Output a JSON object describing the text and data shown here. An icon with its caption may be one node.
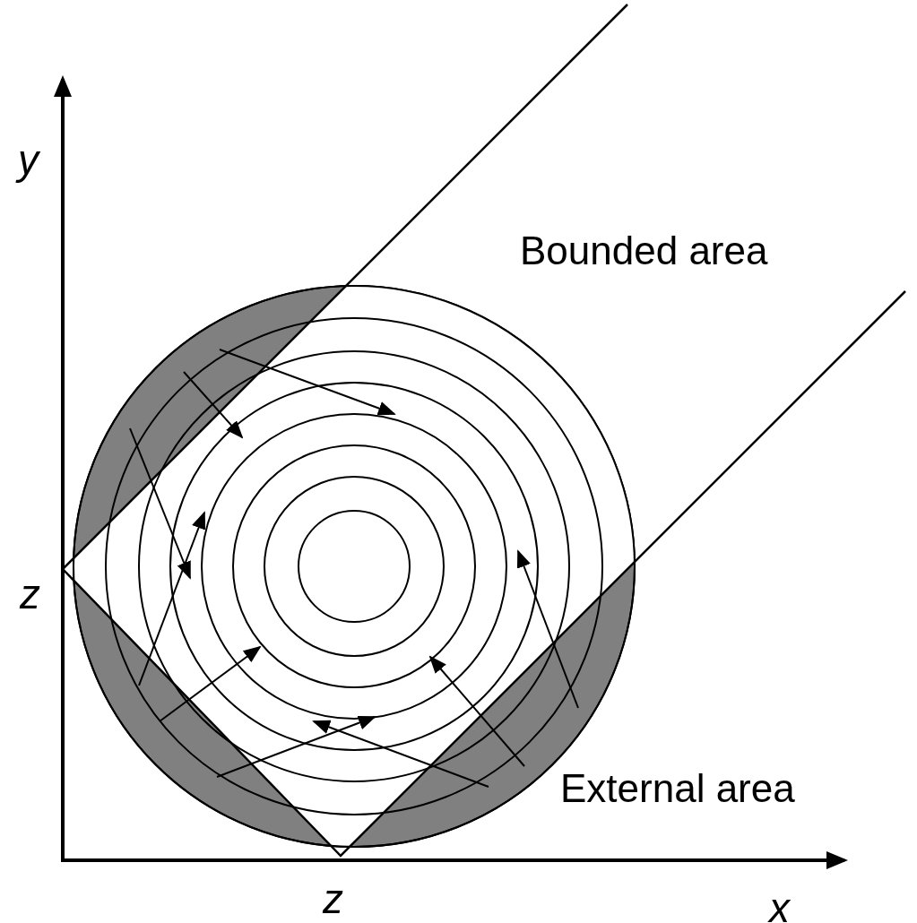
{
  "diagram": {
    "labels": [
      "y",
      "Bounded area",
      "z",
      "External area",
      "z",
      "x"
    ]
  }
}
